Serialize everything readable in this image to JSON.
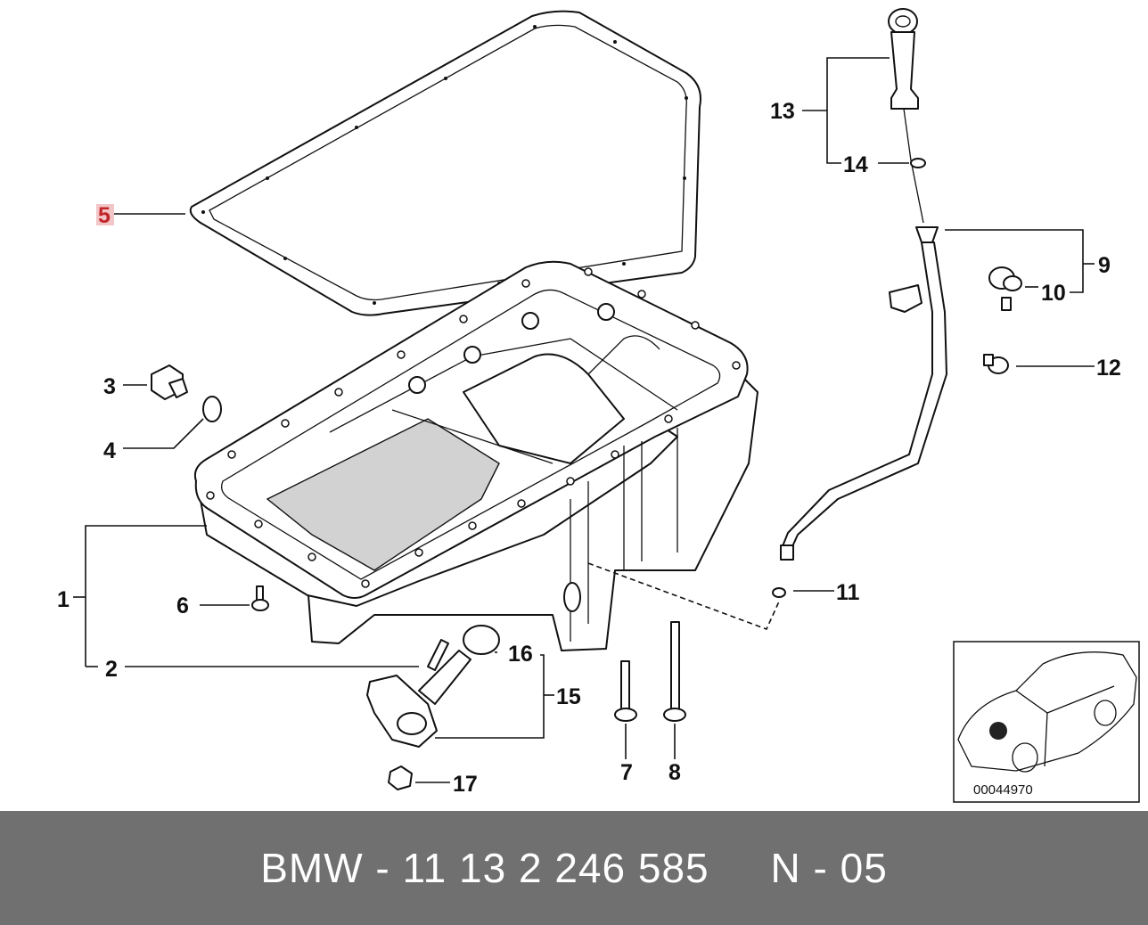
{
  "callouts": {
    "c1": "1",
    "c2": "2",
    "c3": "3",
    "c4": "4",
    "c5": "5",
    "c6": "6",
    "c7": "7",
    "c8": "8",
    "c9": "9",
    "c10": "10",
    "c11": "11",
    "c12": "12",
    "c13": "13",
    "c14": "14",
    "c15": "15",
    "c16": "16",
    "c17": "17"
  },
  "highlighted_callout": "5",
  "highlight_color": "#c0262a",
  "inset": {
    "code": "00044970",
    "marker_color": "#000000"
  },
  "footer": {
    "text": "BMW - 11 13 2 246 585     N - 05",
    "background": "#707070",
    "text_color": "#ffffff"
  }
}
